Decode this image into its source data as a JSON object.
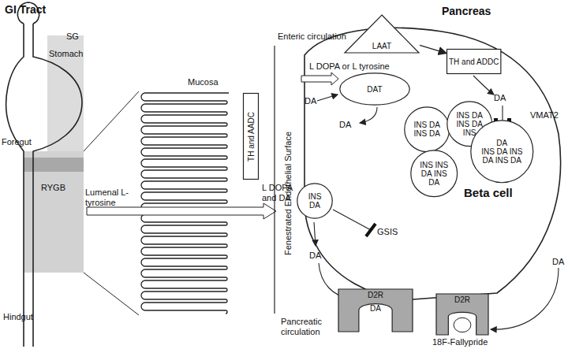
{
  "diagram": {
    "nodes": [
      {
        "text": [
          "TH and AADC"
        ]
      },
      {
        "text": [
          "LAAT"
        ]
      },
      {
        "text": [
          "TH and ADDC"
        ]
      },
      {
        "text": [
          "DAT"
        ]
      },
      {
        "text": [
          "INS DA INS DA"
        ]
      },
      {
        "text": [
          "INS DA INS DA INS"
        ]
      },
      {
        "text": [
          "INS INS DA INS DA"
        ]
      },
      {
        "text": [
          "DA",
          "INS DA INS DA INS DA"
        ]
      },
      {
        "text": [
          "INS",
          "DA"
        ]
      },
      {
        "text": [
          "D2R",
          "DA"
        ]
      },
      {
        "text": [
          "D2R"
        ]
      }
    ],
    "edges": [
      {
        "from": 1,
        "to": 2,
        "arrow": "to"
      }
    ],
    "labels": [
      "GI Tract",
      "Stomach",
      "SG",
      "Foregut",
      "RYGB",
      "Lumenal L-tyrosine",
      "Hindgut",
      "Mucosa",
      "L DOPA and DA",
      "Enteric circulation",
      "Fenestrated Endothelial Surface",
      "Pancreatic circulation",
      "Pancreas",
      "L DOPA or L tyrosine",
      "DA",
      "DA",
      "DA",
      "VMAT2",
      "Beta cell",
      "GSIS",
      "DA",
      "DA",
      "18F-Fallypride"
    ]
  }
}
